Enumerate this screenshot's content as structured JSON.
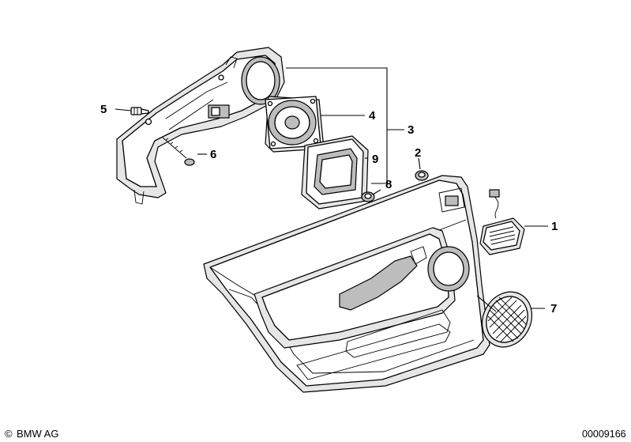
{
  "callouts": {
    "c1": "1",
    "c2": "2",
    "c3": "3",
    "c4": "4",
    "c5": "5",
    "c6": "6",
    "c7": "7",
    "c8": "8",
    "c9": "9"
  },
  "footer": {
    "copyright_symbol": "©",
    "brand": "BMW AG",
    "drawing_number": "00009166"
  }
}
